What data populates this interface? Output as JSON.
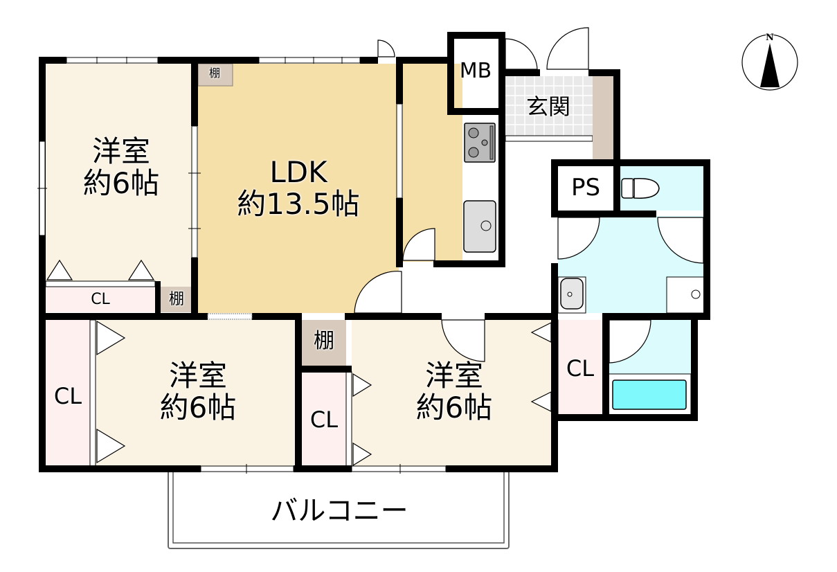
{
  "floorplan": {
    "colors": {
      "western_room": "#faf3e3",
      "ldk": "#f6e0aa",
      "closet": "#fdf0ef",
      "shelf": "#d8cbbd",
      "wet_area": "#dcfbfc",
      "bathtub": "#7ff9fb",
      "genkan_tile": "#e9e9e9",
      "wall": "#000000"
    },
    "rooms": {
      "western_nw": {
        "name": "洋室",
        "size": "約6帖"
      },
      "ldk": {
        "name": "LDK",
        "size": "約13.5帖"
      },
      "western_sw": {
        "name": "洋室",
        "size": "約6帖"
      },
      "western_s": {
        "name": "洋室",
        "size": "約6帖"
      },
      "genkan": {
        "name": "玄関"
      },
      "mb": {
        "name": "MB"
      },
      "ps": {
        "name": "PS"
      },
      "balcony": {
        "name": "バルコニー"
      }
    },
    "closets": {
      "cl_nw": "CL",
      "cl_sw": "CL",
      "cl_mid": "CL",
      "cl_e": "CL"
    },
    "shelves": {
      "shelf_ldk": "棚",
      "shelf_nw": "棚",
      "shelf_mid": "棚"
    },
    "compass": {
      "label": "N"
    }
  }
}
